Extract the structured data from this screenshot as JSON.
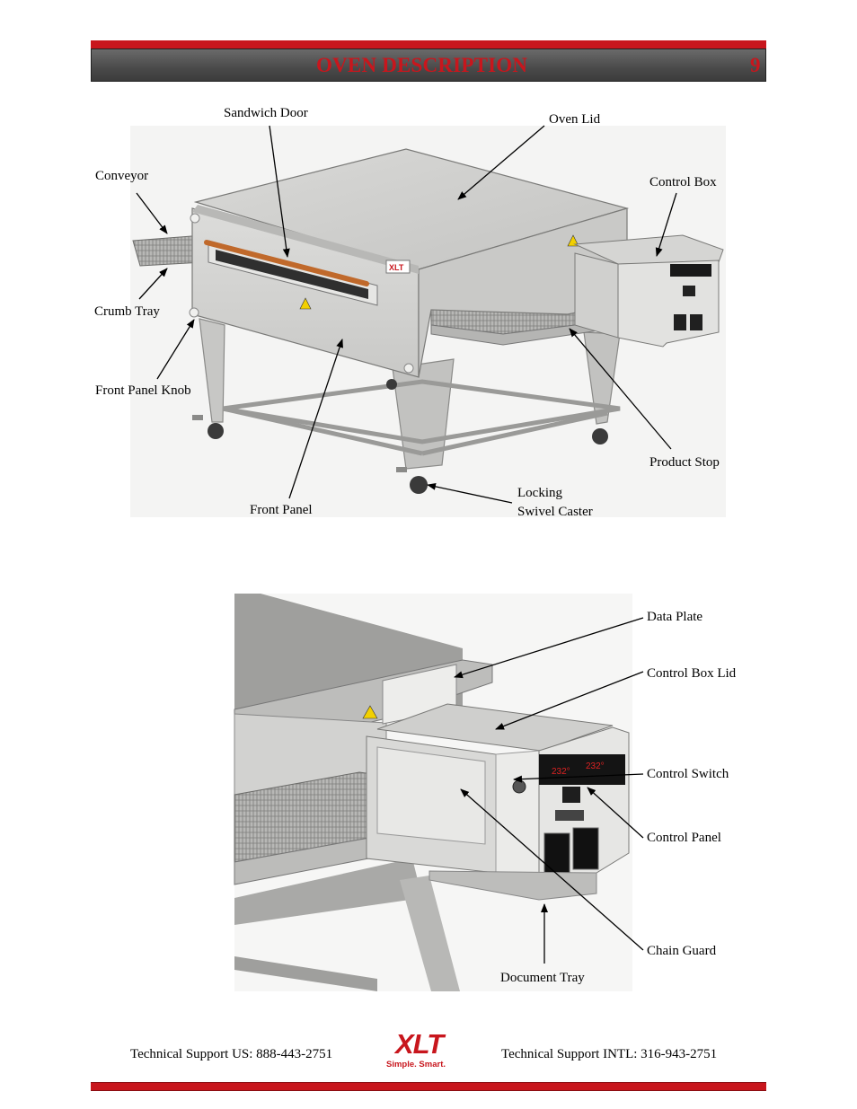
{
  "header": {
    "title": "OVEN DESCRIPTION",
    "page_number": "9"
  },
  "figure1": {
    "labels": {
      "sandwich_door": "Sandwich Door",
      "oven_lid": "Oven Lid",
      "conveyor": "Conveyor",
      "control_box": "Control Box",
      "crumb_tray": "Crumb Tray",
      "front_panel_knob": "Front Panel Knob",
      "product_stop": "Product Stop",
      "locking": "Locking",
      "swivel_caster": "Swivel Caster",
      "front_panel": "Front Panel"
    }
  },
  "figure2": {
    "labels": {
      "data_plate": "Data Plate",
      "control_box_lid": "Control Box Lid",
      "control_switch": "Control Switch",
      "control_panel": "Control Panel",
      "chain_guard": "Chain Guard",
      "document_tray": "Document Tray"
    }
  },
  "footer": {
    "support_us": "Technical Support  US:  888-443-2751",
    "support_intl": "Technical Support  INTL:  316-943-2751",
    "logo_text": "XLT",
    "logo_tagline": "Simple. Smart."
  },
  "colors": {
    "brand_red": "#c8161d",
    "header_gray": "#4a4a4a",
    "steel": "#cfcfcd"
  }
}
